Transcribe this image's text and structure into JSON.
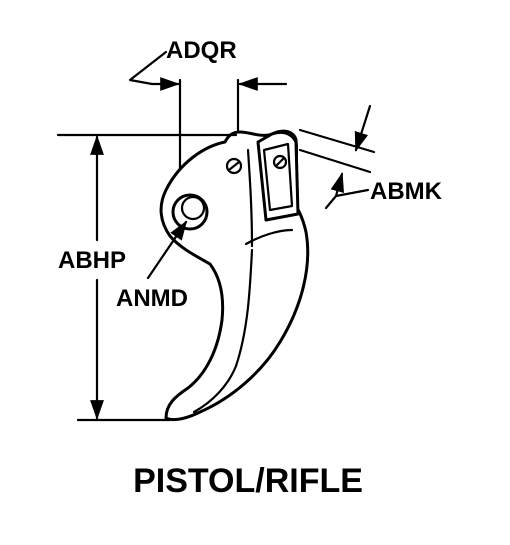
{
  "diagram": {
    "labels": {
      "adqr": "ADQR",
      "abmk": "ABMK",
      "abhp": "ABHP",
      "anmd": "ANMD"
    },
    "caption": "PISTOL/RIFLE",
    "colors": {
      "ink": "#000000",
      "background": "#ffffff"
    }
  }
}
